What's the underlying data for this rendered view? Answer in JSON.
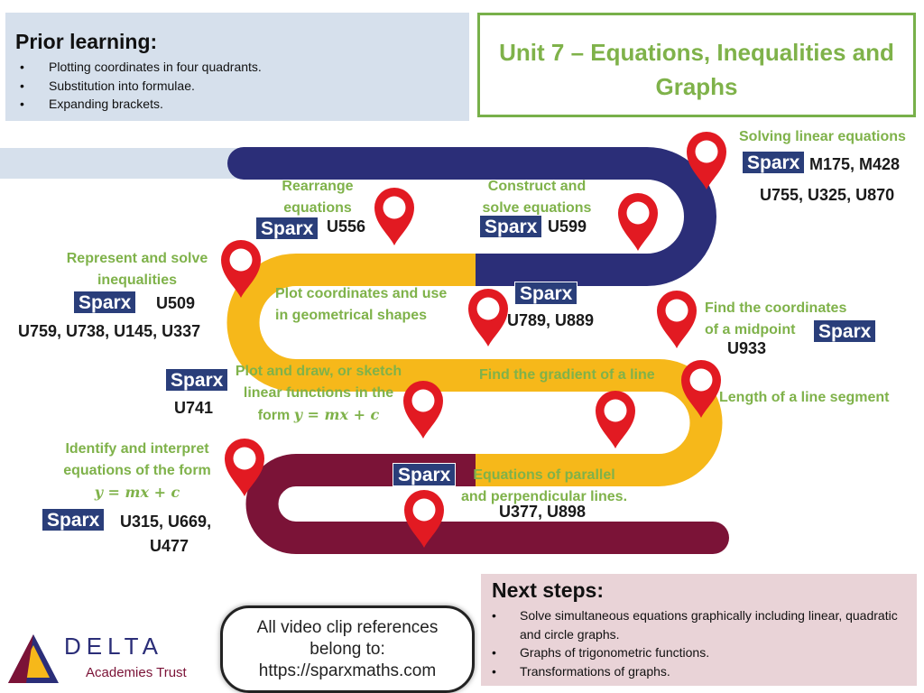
{
  "prior": {
    "title": "Prior learning:",
    "items": [
      "Plotting coordinates in four quadrants.",
      "Substitution into formulae.",
      "Expanding brackets."
    ]
  },
  "unit": {
    "title_line1": "Unit 7 – Equations, Inequalities and",
    "title_line2": "Graphs"
  },
  "sparx_label": "Sparx",
  "topics": {
    "solving_linear": {
      "title": "Solving linear equations",
      "codes1": "M175, M428",
      "codes2": "U755, U325, U870"
    },
    "rearrange": {
      "line1": "Rearrange",
      "line2": "equations",
      "codes": "U556"
    },
    "construct": {
      "line1": "Construct and",
      "line2": "solve equations",
      "codes": "U599"
    },
    "inequalities": {
      "line1": "Represent and solve",
      "line2": "inequalities",
      "codes1": "U509",
      "codes2": "U759, U738, U145, U337"
    },
    "plot_coords": {
      "line1": "Plot coordinates and use",
      "line2": "in geometrical shapes",
      "codes": "U789, U889"
    },
    "midpoint": {
      "line1": "Find the coordinates",
      "line2": "of a midpoint",
      "codes": "U933"
    },
    "plot_linear": {
      "line1": "Plot and draw, or sketch",
      "line2": "linear functions in the",
      "line3_prefix": "form ",
      "formula": "y = mx + c",
      "codes": "U741"
    },
    "gradient": {
      "title": "Find the gradient of a line"
    },
    "length": {
      "title": "Length of a line segment"
    },
    "interpret": {
      "line1": "Identify and interpret",
      "line2": "equations of the form",
      "formula": "y = mx + c",
      "codes1": "U315, U669,",
      "codes2": "U477"
    },
    "parallel": {
      "line1": "Equations of parallel",
      "line2": "and perpendicular lines.",
      "codes": "U377, U898"
    }
  },
  "next": {
    "title": "Next steps:",
    "items": [
      "Solve simultaneous equations graphically including linear, quadratic and circle graphs.",
      "Graphs of trigonometric functions.",
      "Transformations of graphs."
    ]
  },
  "video": {
    "line1": "All video clip references",
    "line2": "belong to:",
    "line3": "https://sparxmaths.com"
  },
  "logo": {
    "name": "DELTA",
    "subtitle": "Academies Trust"
  },
  "colors": {
    "navy": "#2b2e78",
    "amber": "#f6b81a",
    "maroon": "#7b1337",
    "pin": "#e21a22",
    "green": "#7fb24a",
    "sparx": "#2a3e7a"
  }
}
